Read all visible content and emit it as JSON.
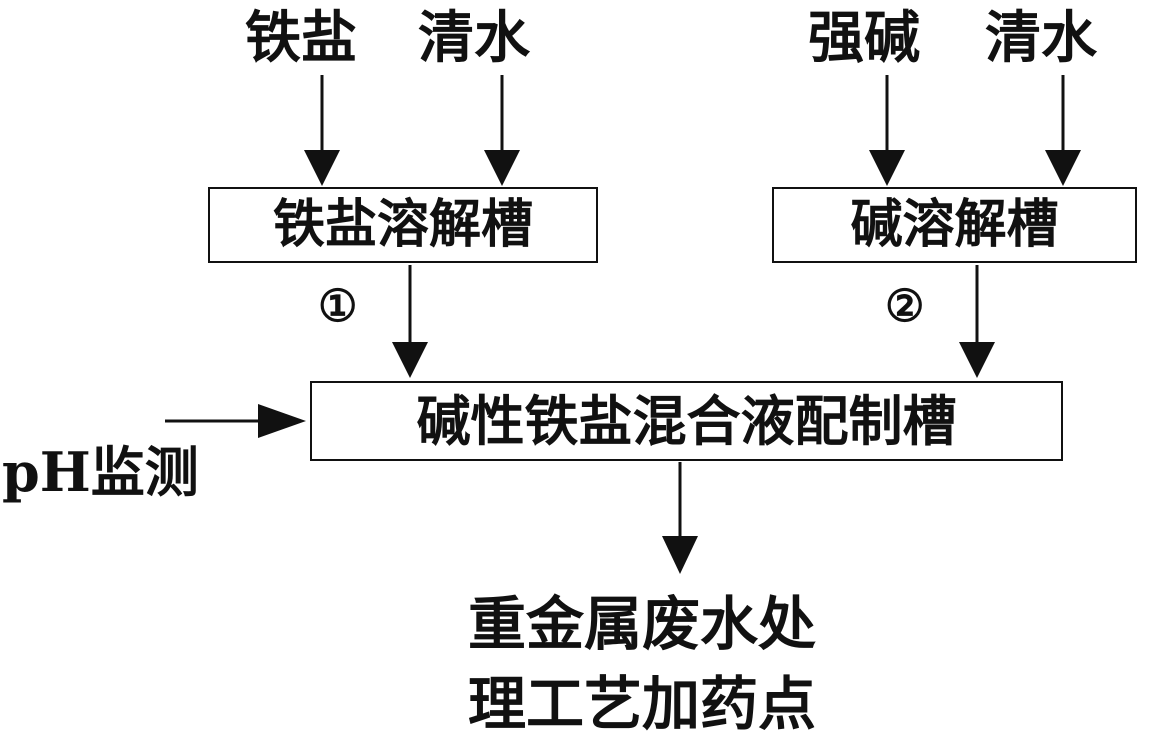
{
  "inputs": {
    "iron_salt": "铁盐",
    "water_left": "清水",
    "strong_base": "强碱",
    "water_right": "清水",
    "ph_monitor": "pH监测"
  },
  "boxes": {
    "iron_dissolve": "铁盐溶解槽",
    "base_dissolve": "碱溶解槽",
    "mix_tank": "碱性铁盐混合液配制槽"
  },
  "markers": {
    "flow1": "①",
    "flow2": "②"
  },
  "output": {
    "line1": "重金属废水处",
    "line2": "理工艺加药点"
  }
}
